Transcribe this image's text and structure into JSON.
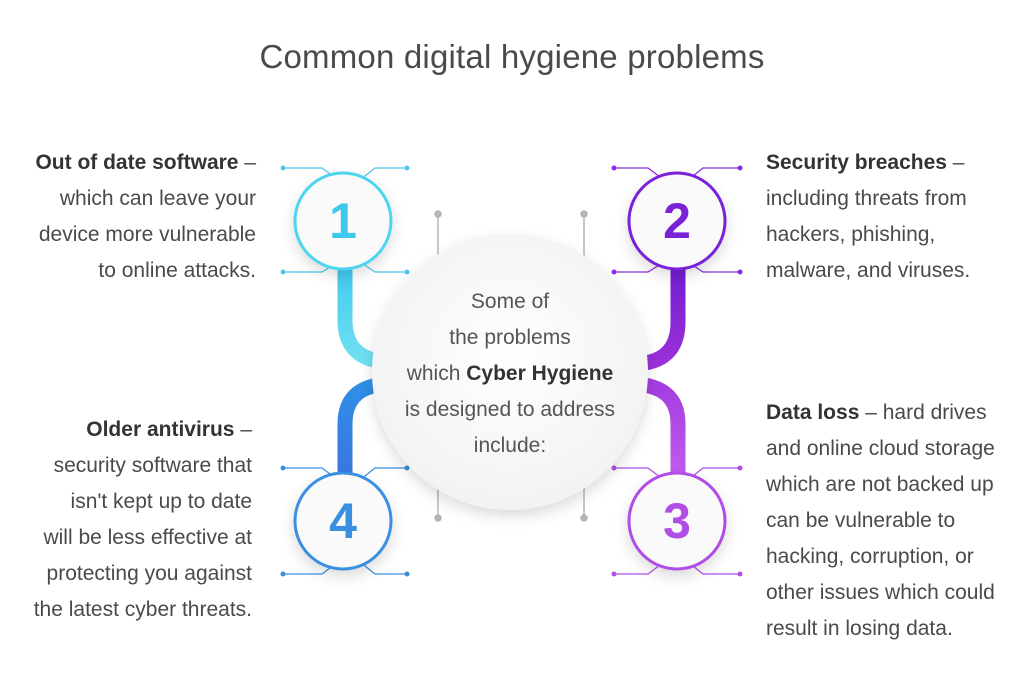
{
  "title": "Common digital hygiene problems",
  "center": {
    "line1": "Some of",
    "line2": "the problems",
    "line3_prefix": "which ",
    "line3_bold": "Cyber Hygiene",
    "line4": "is designed to address",
    "line5": "include:"
  },
  "items": [
    {
      "number": "1",
      "bold": "Out of date software",
      "dash": " –",
      "lines": [
        "which can leave your",
        "device more vulnerable",
        "to online attacks."
      ],
      "color": "#4dd0e8"
    },
    {
      "number": "2",
      "bold": "Security breaches",
      "dash": " –",
      "lines": [
        "including threats from",
        "hackers, phishing,",
        "malware, and viruses."
      ],
      "color": "#8a2be2"
    },
    {
      "number": "3",
      "bold": "Data loss",
      "first_rest": " – hard drives",
      "lines": [
        "and online cloud storage",
        "which are not backed up",
        "can be vulnerable to",
        "hacking, corruption, or",
        "other issues which could",
        "result in losing data."
      ],
      "color": "#b14ee6"
    },
    {
      "number": "4",
      "bold": "Older antivirus",
      "dash": " –",
      "lines": [
        "security software that",
        "isn't kept up to date",
        "will be less effective at",
        "protecting you against",
        "the latest cyber threats."
      ],
      "color": "#3a8fe0"
    }
  ]
}
